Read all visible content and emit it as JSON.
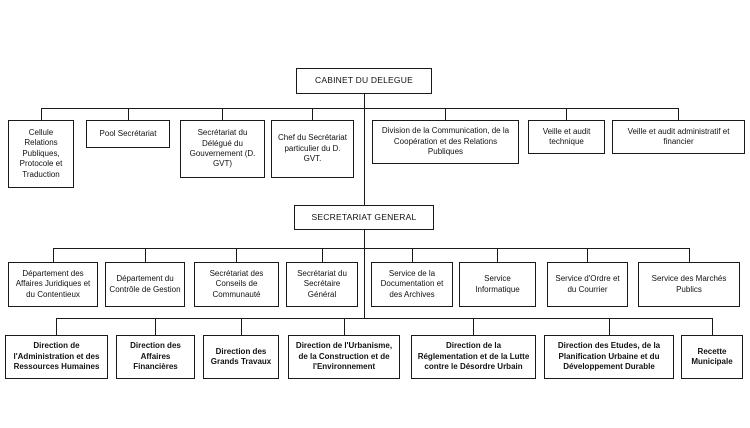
{
  "org_chart": {
    "line_color": "#1a1a1a",
    "box_background": "#ffffff",
    "cabinet": {
      "label": "CABINET DU DELEGUE"
    },
    "cabinet_children": [
      {
        "label": "Cellule Relations Publiques, Protocole et Traduction"
      },
      {
        "label": "Pool Secrétariat"
      },
      {
        "label": "Secrétariat du Délégué du Gouvernement (D. GVT)"
      },
      {
        "label": "Chef du Secrétariat particulier du D. GVT."
      },
      {
        "label": "Division de la Communication, de la Coopération et des Relations Publiques"
      },
      {
        "label": "Veille et audit technique"
      },
      {
        "label": "Veille et audit administratif et financier"
      }
    ],
    "secretariat_general": {
      "label": "SECRETARIAT GENERAL"
    },
    "sg_children": [
      {
        "label": "Département des Affaires Juridiques et du Contentieux"
      },
      {
        "label": "Département du Contrôle de Gestion"
      },
      {
        "label": "Secrétariat des Conseils de Communauté"
      },
      {
        "label": "Secrétariat du Secrétaire Général"
      },
      {
        "label": "Service de la Documentation et des Archives"
      },
      {
        "label": "Service Informatique"
      },
      {
        "label": "Service d'Ordre et du Courrier"
      },
      {
        "label": "Service des Marchés Publics"
      }
    ],
    "directions": [
      {
        "label": "Direction de l'Administration et des Ressources Humaines"
      },
      {
        "label": "Direction des Affaires Financières"
      },
      {
        "label": "Direction des Grands Travaux"
      },
      {
        "label": "Direction de l'Urbanisme, de la Construction et de l'Environnement"
      },
      {
        "label": "Direction de la Réglementation et de la Lutte contre le Désordre Urbain"
      },
      {
        "label": "Direction des Etudes, de la Planification Urbaine et du Développement Durable"
      },
      {
        "label": "Recette Municipale"
      }
    ]
  }
}
